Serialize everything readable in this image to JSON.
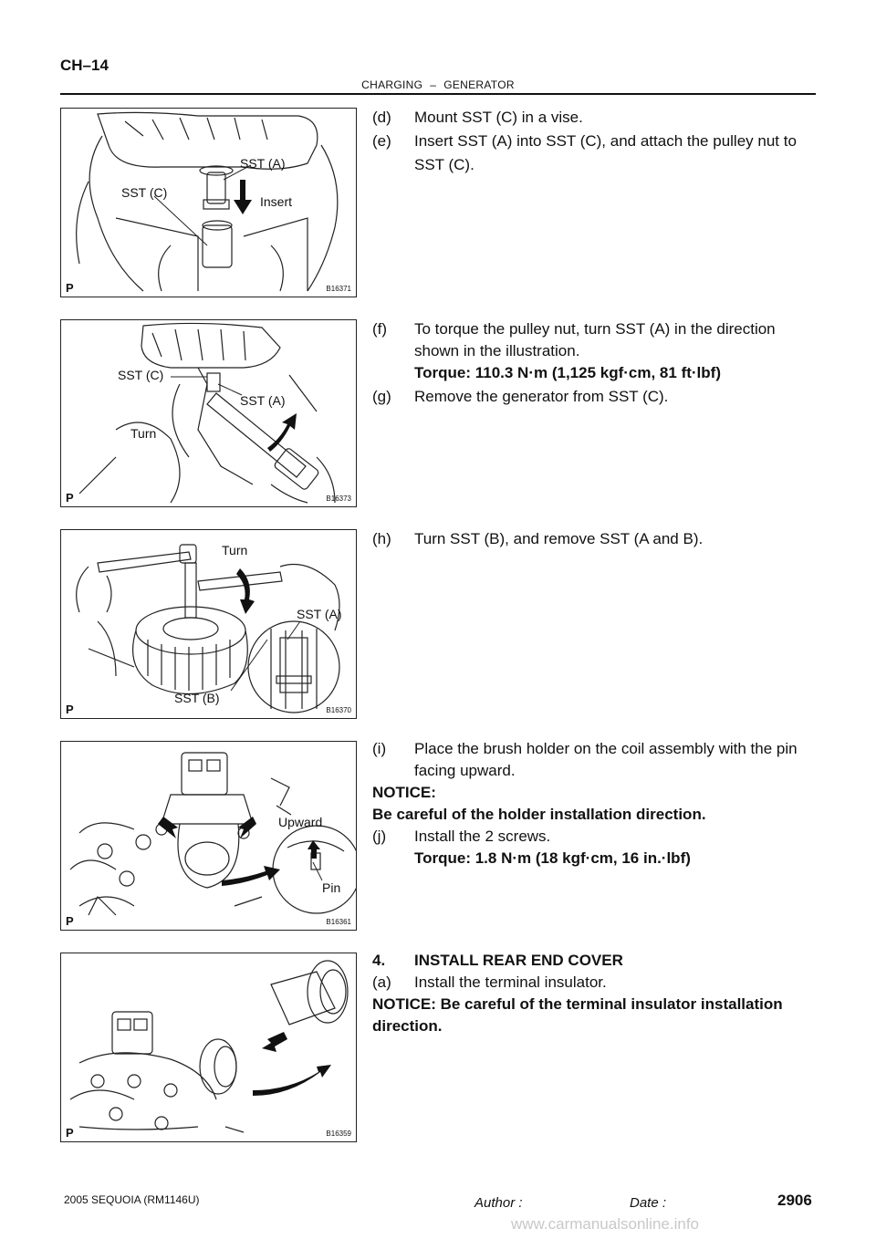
{
  "header": {
    "page_id": "CH–14",
    "section": "CHARGING",
    "separator": "–",
    "subsection": "GENERATOR"
  },
  "figures": [
    {
      "code": "B16371",
      "p": "P",
      "labels": [
        "SST (A)",
        "SST (C)",
        "Insert"
      ]
    },
    {
      "code": "B16373",
      "p": "P",
      "labels": [
        "SST (C)",
        "SST (A)",
        "Turn"
      ]
    },
    {
      "code": "B16370",
      "p": "P",
      "labels": [
        "Turn",
        "SST (A)",
        "SST (B)"
      ]
    },
    {
      "code": "B16361",
      "p": "P",
      "labels": [
        "Upward",
        "Pin"
      ]
    },
    {
      "code": "B16359",
      "p": "P",
      "labels": []
    }
  ],
  "steps": {
    "d": {
      "letter": "(d)",
      "text": "Mount SST (C) in a vise."
    },
    "e": {
      "letter": "(e)",
      "line1": "Insert SST (A) into SST (C), and attach the pulley nut to",
      "line2": "SST (C)."
    },
    "f": {
      "letter": "(f)",
      "line1": "To torque the pulley nut, turn SST (A) in the direction",
      "line2": "shown in the illustration.",
      "torque": "Torque: 110.3 N·m (1,125 kgf·cm, 81 ft·lbf)"
    },
    "g": {
      "letter": "(g)",
      "text": "Remove the generator from SST (C)."
    },
    "h": {
      "letter": "(h)",
      "text": "Turn SST (B), and remove SST (A and B)."
    },
    "i": {
      "letter": "(i)",
      "line1": "Place the brush holder on the coil assembly with the pin",
      "line2": "facing upward."
    },
    "notice1_title": "NOTICE:",
    "notice1_text": "Be careful of the holder installation direction.",
    "j": {
      "letter": "(j)",
      "text": "Install the 2 screws.",
      "torque": "Torque: 1.8 N·m (18 kgf·cm, 16 in.·lbf)"
    },
    "step4": {
      "number": "4.",
      "text": "INSTALL REAR END COVER"
    },
    "a": {
      "letter": "(a)",
      "text": "Install the terminal insulator."
    },
    "notice2_line1": "NOTICE: Be careful of the terminal insulator installation",
    "notice2_line2": "direction."
  },
  "footer": {
    "model": "2005 SEQUOIA   (RM1146U)",
    "author_label": "Author :",
    "date_label": "Date :",
    "page": "2906",
    "watermark": "www.carmanualsonline.info"
  }
}
